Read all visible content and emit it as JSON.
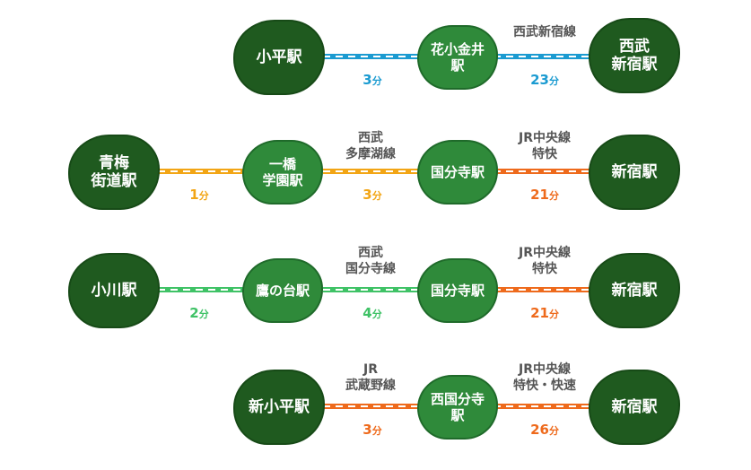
{
  "colors": {
    "seibu_shinjuku": "#1b9bd1",
    "seibu_other": "#f2a515",
    "chuo": "#ee6a1c",
    "walk": "#3fc266",
    "musashino": "#ee6a1c"
  },
  "routes": [
    {
      "start": "小平駅",
      "seg1": {
        "time": "3",
        "unit": "分",
        "line": ""
      },
      "mid": "花小金井\n駅",
      "seg2": {
        "time": "23",
        "unit": "分",
        "line": "西武新宿線"
      },
      "end": "西武\n新宿駅"
    },
    {
      "start": "青梅\n街道駅",
      "seg0": {
        "time": "1",
        "unit": "分"
      },
      "a": "一橋\n学園駅",
      "seg1": {
        "time": "3",
        "unit": "分",
        "line": "西武\n多摩湖線"
      },
      "mid": "国分寺駅",
      "seg2": {
        "time": "21",
        "unit": "分",
        "line": "JR中央線\n特快"
      },
      "end": "新宿駅"
    },
    {
      "start": "小川駅",
      "seg0": {
        "time": "2",
        "unit": "分"
      },
      "a": "鷹の台駅",
      "seg1": {
        "time": "4",
        "unit": "分",
        "line": "西武\n国分寺線"
      },
      "mid": "国分寺駅",
      "seg2": {
        "time": "21",
        "unit": "分",
        "line": "JR中央線\n特快"
      },
      "end": "新宿駅"
    },
    {
      "start": "新小平駅",
      "seg1": {
        "time": "3",
        "unit": "分",
        "line": "JR\n武蔵野線"
      },
      "mid": "西国分寺\n駅",
      "seg2": {
        "time": "26",
        "unit": "分",
        "line": "JR中央線\n特快・快速"
      },
      "end": "新宿駅"
    }
  ]
}
